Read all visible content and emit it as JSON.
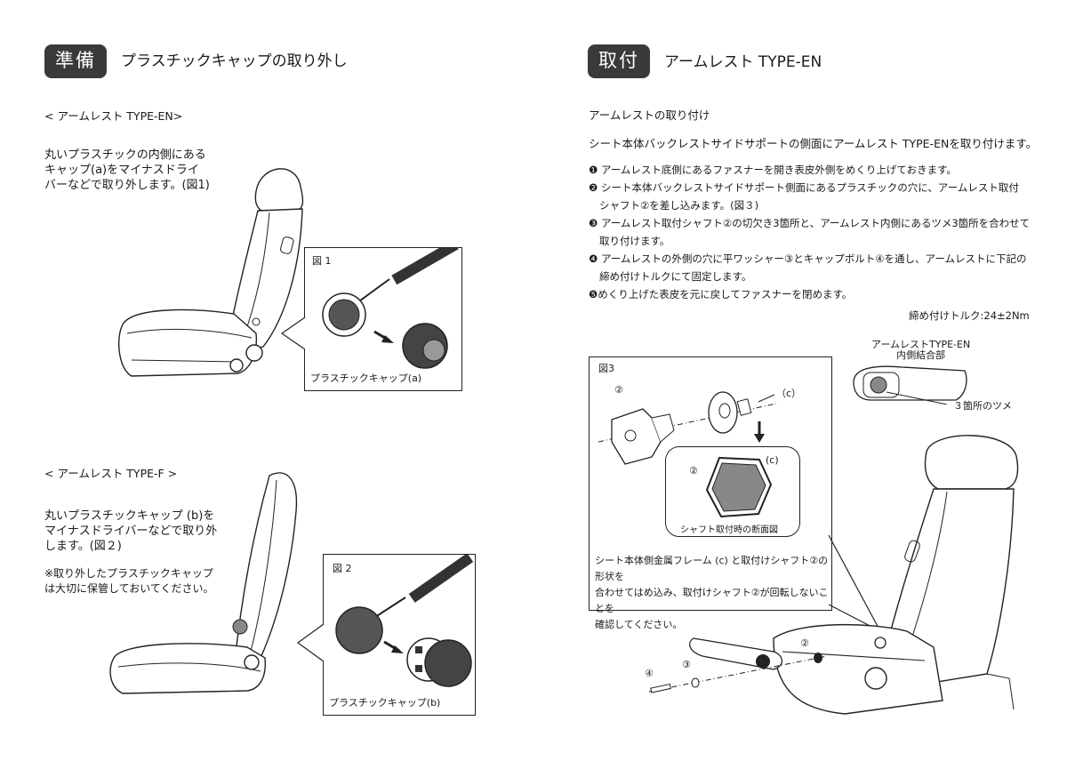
{
  "left": {
    "badge": "準備",
    "title": "プラスチックキャップの取り外し",
    "sec1_heading": "< アームレスト TYPE-EN>",
    "sec1_text": [
      "丸いプラスチックの内側にある",
      "キャップ(a)をマイナスドライ",
      "バーなどで取り外します。(図1)"
    ],
    "fig1_label": "図 1",
    "fig1_caption": "プラスチックキャップ(a)",
    "sec2_heading": "< アームレスト TYPE-F >",
    "sec2_text": [
      "丸いプラスチックキャップ (b)を",
      "マイナスドライバーなどで取り外",
      "します。(図２)"
    ],
    "sec2_note": [
      "※取り外したプラスチックキャップ",
      "は大切に保管しておいてください。"
    ],
    "fig2_label": "図 2",
    "fig2_caption": "プラスチックキャップ(b)"
  },
  "right": {
    "badge": "取付",
    "title": "アームレスト TYPE-EN",
    "subheading": "アームレストの取り付け",
    "intro": "シート本体バックレストサイドサポートの側面にアームレスト TYPE-ENを取り付けます。",
    "steps": [
      [
        "❶ アームレスト底側にあるファスナーを開き表皮外側をめくり上げておきます。"
      ],
      [
        "❷ シート本体バックレストサイドサポート側面にあるプラスチックの穴に、アームレスト取付",
        "シャフト②を差し込みます。(図３)"
      ],
      [
        "❸ アームレスト取付シャフト②の切欠き3箇所と、アームレスト内側にあるツメ3箇所を合わせて",
        "取り付けます。"
      ],
      [
        "❹ アームレストの外側の穴に平ワッシャー③とキャップボルト④を通し、アームレストに下記の",
        "締め付けトルクにて固定します。"
      ],
      [
        "❺めくり上げた表皮を元に戻してファスナーを閉めます。"
      ]
    ],
    "torque": "締め付けトルク:24±2Nm",
    "fig3_label": "図3",
    "fig3_num2": "②",
    "fig3_c": "（c）",
    "cross_num2": "②",
    "cross_c": "(c)",
    "cross_caption": "シャフト取付時の断面図",
    "fig3_note": [
      "シート本体側金属フレーム (c) と取付けシャフト②の形状を",
      "合わせてはめ込み、取付けシャフト②が回転しないことを",
      "確認してください。"
    ],
    "inner_title": [
      "アームレストTYPE-EN",
      "内側結合部"
    ],
    "claws": "３箇所のツメ",
    "part2": "②",
    "part3": "③",
    "part4": "④"
  },
  "colors": {
    "badge_bg": "#3a3a3a",
    "cap_dark": "#555555",
    "hex_fill": "#888888"
  }
}
